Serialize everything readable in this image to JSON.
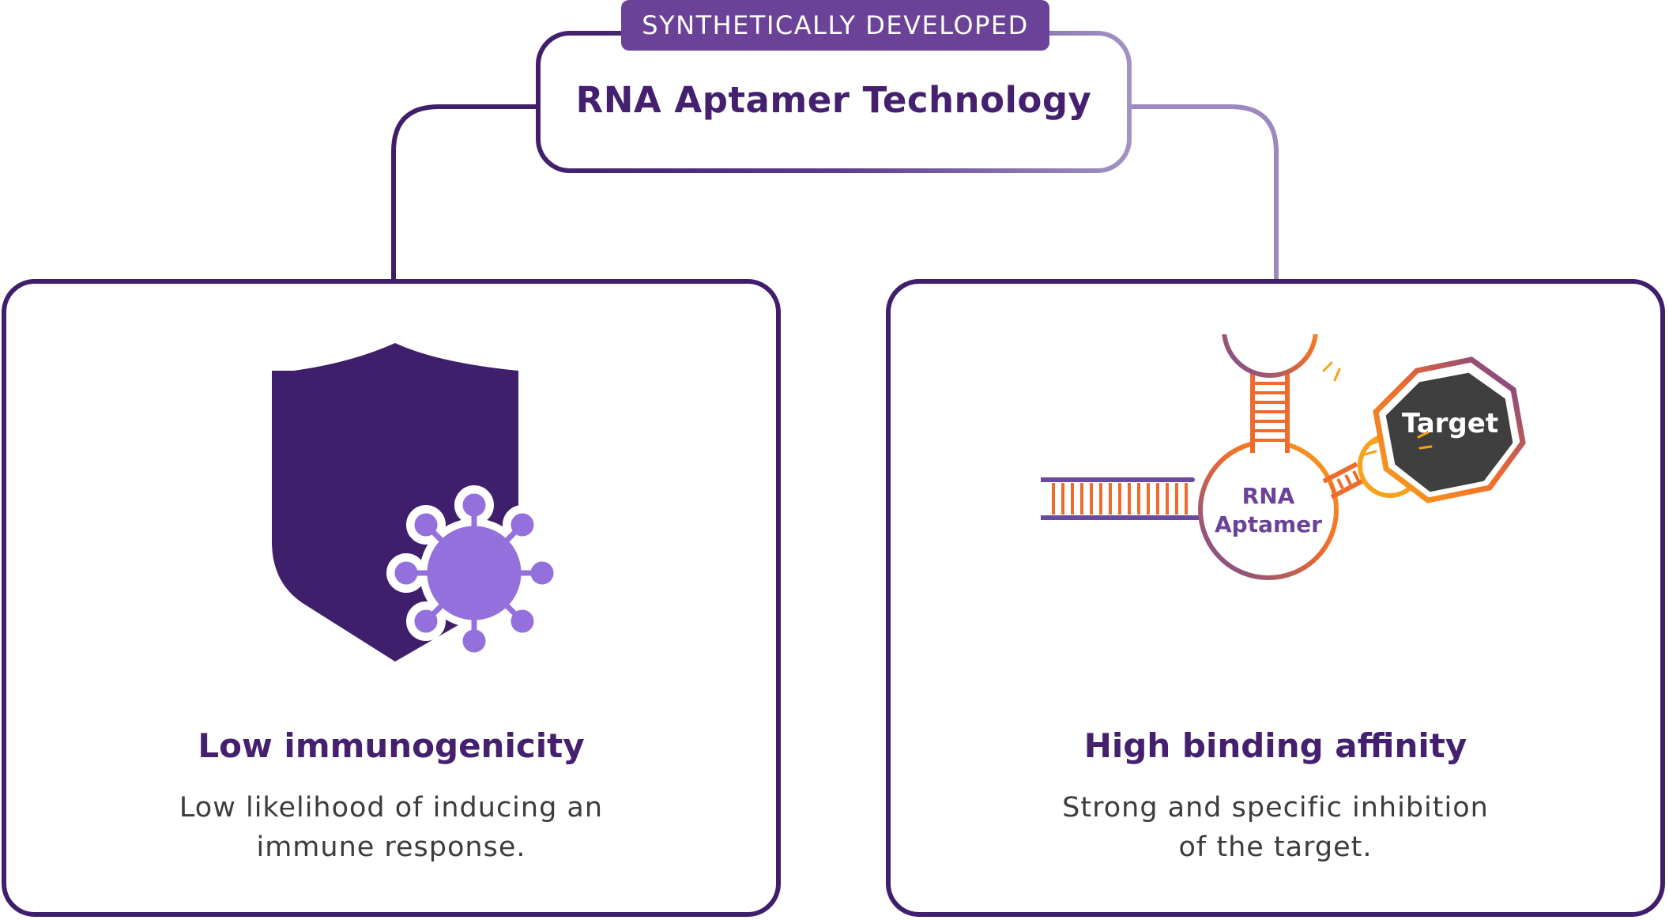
{
  "header": {
    "badge": "SYNTHETICALLY DEVELOPED",
    "title": "RNA Aptamer Technology"
  },
  "cards": [
    {
      "title": "Low immunogenicity",
      "description_lines": [
        "Low likelihood of inducing an",
        "immune response."
      ],
      "icon": "shield-virus-icon"
    },
    {
      "title": "High binding affinity",
      "description_lines": [
        "Strong and specific inhibition",
        "of the target."
      ],
      "icon": "rna-aptamer-target-icon",
      "diagram_labels": {
        "target": "Target",
        "aptamer_line1": "RNA",
        "aptamer_line2": "Aptamer"
      }
    }
  ],
  "colors": {
    "dark_purple": "#3f1f6b",
    "title_purple": "#45206e",
    "badge_purple": "#6a4398",
    "light_purple": "#9b86c0",
    "virus_purple": "#9370db",
    "orange": "#f7a21b",
    "orange_red": "#ef6b2c",
    "target_gray": "#3f3f3f"
  }
}
